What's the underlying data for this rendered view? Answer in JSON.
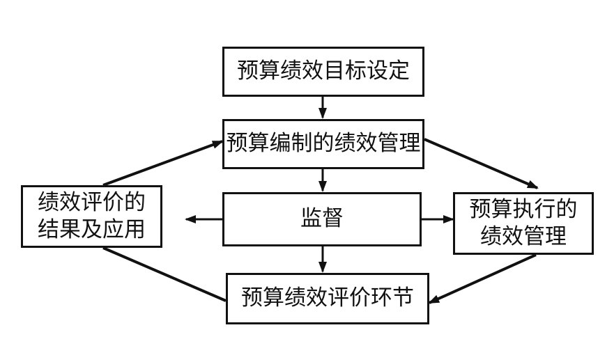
{
  "diagram": {
    "nodes": {
      "goal_setting": "预算绩效目标设定",
      "budget_compilation": "预算编制的绩效管理",
      "supervision": "监督",
      "evaluation_result": [
        "绩效评价的",
        "结果及应用"
      ],
      "budget_execution": [
        "预算执行的",
        "绩效管理"
      ],
      "evaluation_stage": "预算绩效评价环节"
    },
    "line_color": "#111111"
  }
}
